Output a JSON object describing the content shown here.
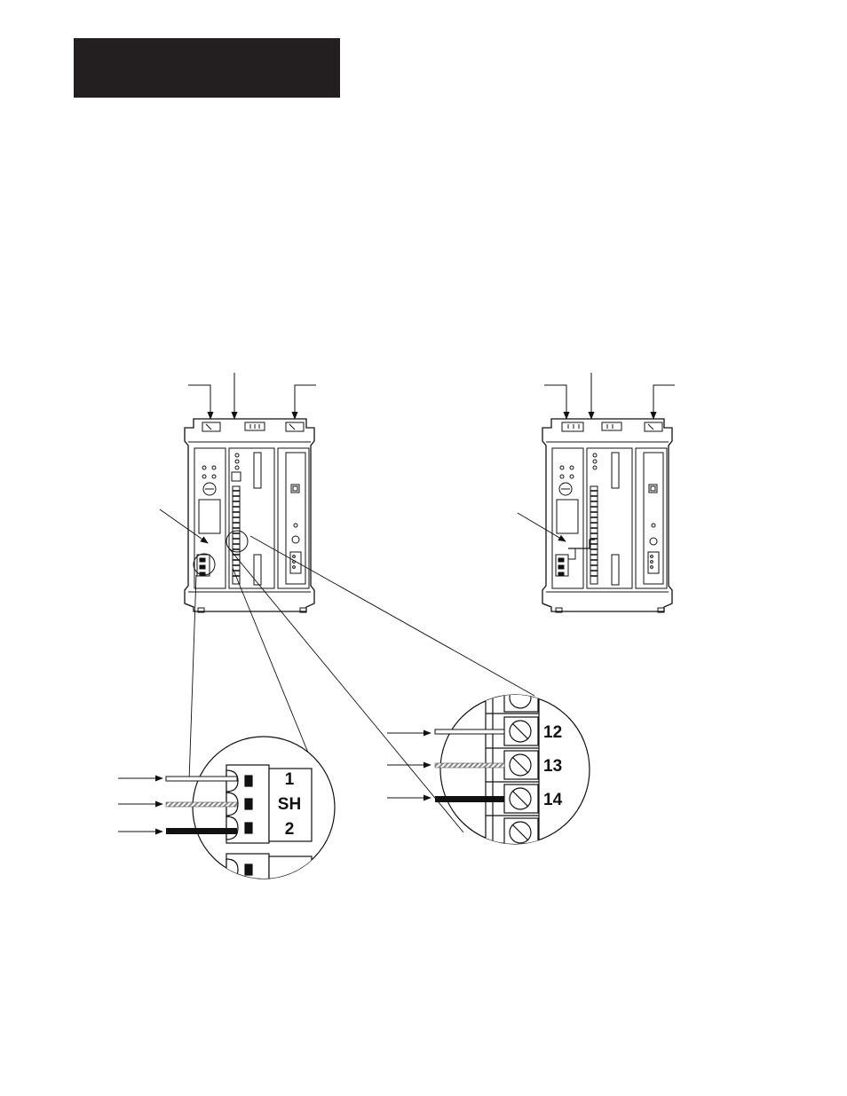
{
  "header": {
    "bar_color": "#231f20"
  },
  "colors": {
    "line": "#111111",
    "wire_shield": "#9a9a9a",
    "background": "#ffffff"
  },
  "left_connector": {
    "labels": [
      "1",
      "SH",
      "2"
    ]
  },
  "right_terminal_block": {
    "labels": [
      "12",
      "13",
      "14"
    ]
  },
  "wires": [
    "clear",
    "shield",
    "black"
  ]
}
